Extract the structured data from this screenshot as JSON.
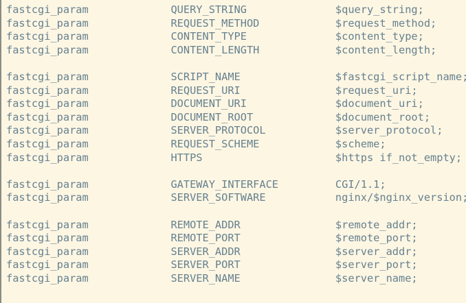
{
  "document": {
    "kind": "code-listing",
    "language": "nginx-config",
    "filename_hint": "fastcgi_params",
    "colors": {
      "background": "#fdf6e3",
      "text": "#66818f",
      "border_left": "#8b8b84"
    },
    "directive_keyword": "fastcgi_param"
  },
  "layout": {
    "param_column": 26,
    "value_column": 52,
    "total_lines": 21
  },
  "lines": [
    {
      "type": "code",
      "directive": "fastcgi_param",
      "param": "QUERY_STRING",
      "value": "$query_string;"
    },
    {
      "type": "code",
      "directive": "fastcgi_param",
      "param": "REQUEST_METHOD",
      "value": "$request_method;"
    },
    {
      "type": "code",
      "directive": "fastcgi_param",
      "param": "CONTENT_TYPE",
      "value": "$content_type;"
    },
    {
      "type": "code",
      "directive": "fastcgi_param",
      "param": "CONTENT_LENGTH",
      "value": "$content_length;"
    },
    {
      "type": "blank",
      "directive": "",
      "param": "",
      "value": ""
    },
    {
      "type": "code",
      "directive": "fastcgi_param",
      "param": "SCRIPT_NAME",
      "value": "$fastcgi_script_name;"
    },
    {
      "type": "code",
      "directive": "fastcgi_param",
      "param": "REQUEST_URI",
      "value": "$request_uri;"
    },
    {
      "type": "code",
      "directive": "fastcgi_param",
      "param": "DOCUMENT_URI",
      "value": "$document_uri;"
    },
    {
      "type": "code",
      "directive": "fastcgi_param",
      "param": "DOCUMENT_ROOT",
      "value": "$document_root;"
    },
    {
      "type": "code",
      "directive": "fastcgi_param",
      "param": "SERVER_PROTOCOL",
      "value": "$server_protocol;"
    },
    {
      "type": "code",
      "directive": "fastcgi_param",
      "param": "REQUEST_SCHEME",
      "value": "$scheme;"
    },
    {
      "type": "code",
      "directive": "fastcgi_param",
      "param": "HTTPS",
      "value": "$https if_not_empty;"
    },
    {
      "type": "blank",
      "directive": "",
      "param": "",
      "value": ""
    },
    {
      "type": "code",
      "directive": "fastcgi_param",
      "param": "GATEWAY_INTERFACE",
      "value": "CGI/1.1;"
    },
    {
      "type": "code",
      "directive": "fastcgi_param",
      "param": "SERVER_SOFTWARE",
      "value": "nginx/$nginx_version;"
    },
    {
      "type": "blank",
      "directive": "",
      "param": "",
      "value": ""
    },
    {
      "type": "code",
      "directive": "fastcgi_param",
      "param": "REMOTE_ADDR",
      "value": "$remote_addr;"
    },
    {
      "type": "code",
      "directive": "fastcgi_param",
      "param": "REMOTE_PORT",
      "value": "$remote_port;"
    },
    {
      "type": "code",
      "directive": "fastcgi_param",
      "param": "SERVER_ADDR",
      "value": "$server_addr;"
    },
    {
      "type": "code",
      "directive": "fastcgi_param",
      "param": "SERVER_PORT",
      "value": "$server_port;"
    },
    {
      "type": "code",
      "directive": "fastcgi_param",
      "param": "SERVER_NAME",
      "value": "$server_name;"
    }
  ]
}
